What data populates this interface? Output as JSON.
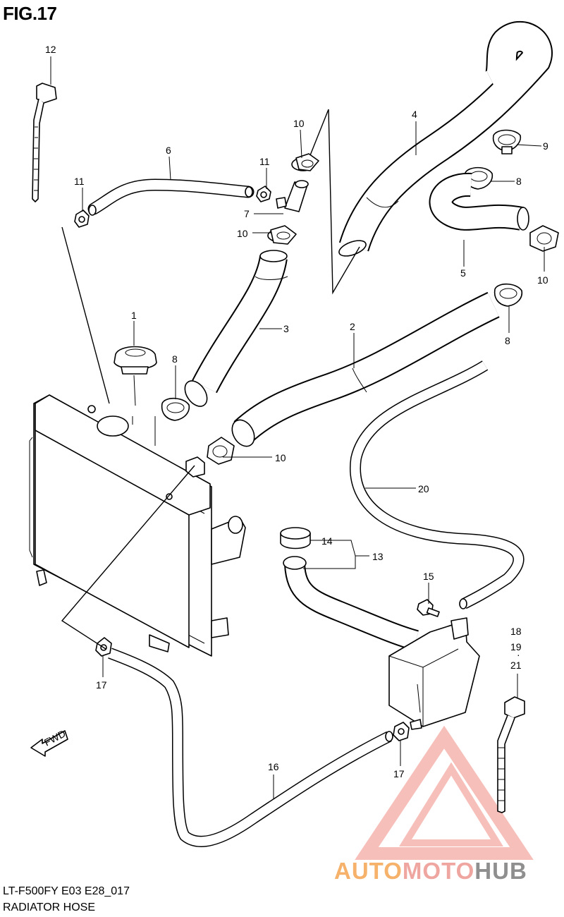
{
  "header": {
    "title": "FIG.17"
  },
  "footer": {
    "model": "LT-F500FY E03 E28_017",
    "name": "RADIATOR HOSE"
  },
  "fwd_label": "FWD",
  "brand": {
    "part1": "AUTO",
    "part2": "MOTO",
    "part3": "HUB"
  },
  "callouts": {
    "c1": "1",
    "c2": "2",
    "c3": "3",
    "c4": "4",
    "c5": "5",
    "c6": "6",
    "c7": "7",
    "c8a": "8",
    "c8b": "8",
    "c8c": "8",
    "c9": "9",
    "c10a": "10",
    "c10b": "10",
    "c10c": "10",
    "c10d": "10",
    "c11a": "11",
    "c11b": "11",
    "c12": "12",
    "c13": "13",
    "c14": "14",
    "c15": "15",
    "c16": "16",
    "c17a": "17",
    "c17b": "17",
    "c18": "18",
    "c19": "19",
    "c20": "20",
    "c21": "21"
  },
  "colors": {
    "line": "#000000",
    "logo_orange": "#f6b26b",
    "logo_pink": "#f0a6a0",
    "logo_grey": "#8f8f8f"
  }
}
